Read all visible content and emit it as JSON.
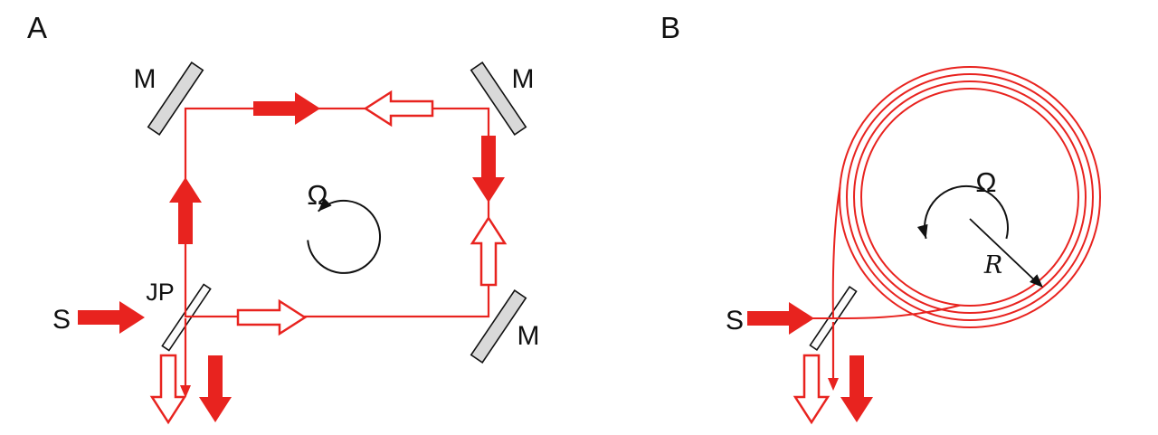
{
  "colors": {
    "beam_red": "#e8231f",
    "ink": "#111111",
    "mirror_gray": "#d9d9d9"
  },
  "panel_a": {
    "label": "A",
    "source": "S",
    "splitter": "JP",
    "mirrors": [
      "M",
      "M",
      "M"
    ],
    "rotation": "Ω"
  },
  "panel_b": {
    "label": "B",
    "source": "S",
    "rotation": "Ω",
    "radius": "R"
  }
}
